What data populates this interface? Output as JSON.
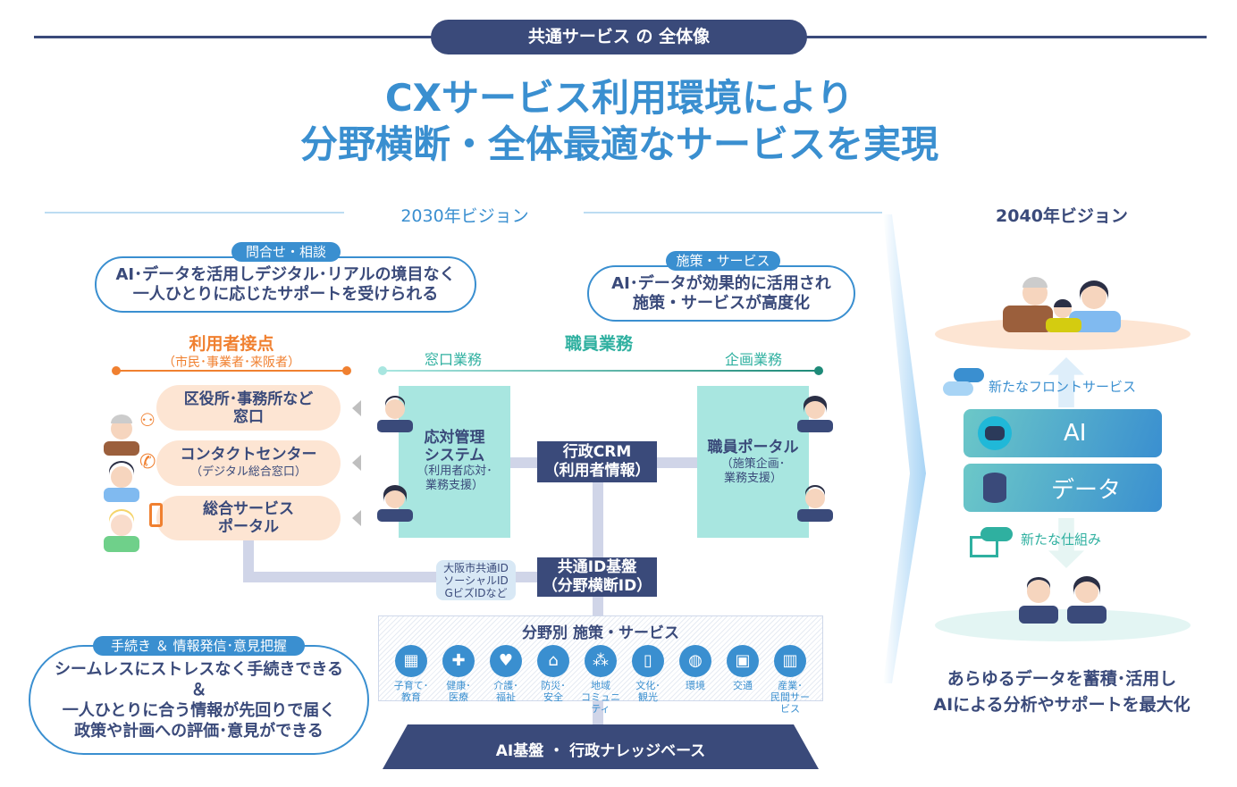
{
  "header": {
    "title": "共通サービス の 全体像"
  },
  "headline": {
    "line1": "CXサービス利用環境により",
    "line2": "分野横断・全体最適なサービスを実現"
  },
  "vision2030": "2030年ビジョン",
  "vision2040": "2040年ビジョン",
  "bubble_inquiry": {
    "tag": "問合せ・相談",
    "line1": "AI･データを活用しデジタル･リアルの境目なく",
    "line2": "一人ひとりに応じたサポートを受けられる"
  },
  "bubble_policy": {
    "tag": "施策・サービス",
    "line1": "AI･データが効果的に活用され",
    "line2": "施策・サービスが高度化"
  },
  "bubble_procedure": {
    "tag": "手続き ＆ 情報発信･意見把握",
    "line1": "シームレスにストレスなく手続きできる",
    "line2": "＆",
    "line3": "一人ひとりに合う情報が先回りで届く",
    "line4": "政策や計画への評価･意見ができる"
  },
  "user_contact": {
    "title": "利用者接点",
    "subtitle": "（市民･事業者･来阪者）",
    "channels": [
      {
        "line1": "区役所･事務所など",
        "line2": "窓口"
      },
      {
        "line1": "コンタクトセンター",
        "line2": "（デジタル総合窓口）"
      },
      {
        "line1": "総合サービス",
        "line2": "ポータル"
      }
    ]
  },
  "staff": {
    "title": "職員業務",
    "front": "窓口業務",
    "planning": "企画業務",
    "crm_system": {
      "line1": "応対管理",
      "line2": "システム",
      "line3": "（利用者応対･",
      "line4": "業務支援）"
    },
    "staff_portal": {
      "line1": "職員ポータル",
      "line2": "（施策企画･",
      "line3": "業務支援）"
    }
  },
  "crm": {
    "line1": "行政CRM",
    "line2": "（利用者情報）"
  },
  "id_sources": {
    "line1": "大阪市共通ID",
    "line2": "ソーシャルID",
    "line3": "GビズIDなど"
  },
  "id_platform": {
    "line1": "共通ID基盤",
    "line2": "（分野横断ID）"
  },
  "services": {
    "title": "分野別 施策・サービス",
    "items": [
      {
        "icon": "school-icon",
        "l1": "子育て･",
        "l2": "教育"
      },
      {
        "icon": "medical-cross-icon",
        "l1": "健康･",
        "l2": "医療"
      },
      {
        "icon": "heart-icon",
        "l1": "介護･",
        "l2": "福祉"
      },
      {
        "icon": "house-icon",
        "l1": "防災･",
        "l2": "安全"
      },
      {
        "icon": "network-icon",
        "l1": "地域",
        "l2": "コミュニティ"
      },
      {
        "icon": "suitcase-icon",
        "l1": "文化･",
        "l2": "観光"
      },
      {
        "icon": "globe-icon",
        "l1": "環境",
        "l2": ""
      },
      {
        "icon": "train-icon",
        "l1": "交通",
        "l2": ""
      },
      {
        "icon": "building-icon",
        "l1": "産業･",
        "l2": "民間サービス"
      }
    ]
  },
  "ai_base": "AI基盤 ・ 行政ナレッジベース",
  "future": {
    "front_service": "新たなフロントサービス",
    "ai": "AI",
    "data": "データ",
    "mechanism": "新たな仕組み",
    "summary1": "あらゆるデータを蓄積･活用し",
    "summary2": "AIによる分析やサポートを最大化"
  },
  "colors": {
    "navy": "#3a4a7a",
    "blue": "#3a8fd0",
    "orange": "#f08030",
    "teal": "#2fb0a0"
  }
}
